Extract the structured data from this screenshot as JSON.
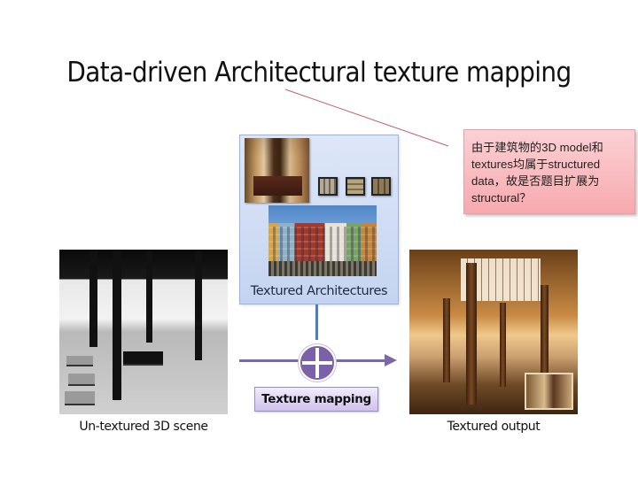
{
  "slide": {
    "title": "Data-driven Architectural texture mapping",
    "callout": {
      "text": "由于建筑物的3D model和textures均属于structured data，故是否题目扩展为structural？",
      "lines": [
        "由于建筑物的3D model和",
        "textures均属于structured",
        "data，故是否题目扩展为",
        "structural？"
      ],
      "color": "#f7a9ae"
    },
    "textured_architectures": {
      "label": "Textured Architectures",
      "images": [
        "interior-photo",
        "texture-tile-1",
        "texture-tile-2",
        "texture-tile-3",
        "building-facade-photo"
      ],
      "panel_color": "#c4d4f0"
    },
    "mapping": {
      "label": "Texture mapping",
      "node_icon": "combine-plus-icon",
      "accent_color": "#7b62a8"
    },
    "left_image": {
      "caption": "Un-textured 3D scene"
    },
    "right_image": {
      "caption": "Textured output"
    }
  }
}
